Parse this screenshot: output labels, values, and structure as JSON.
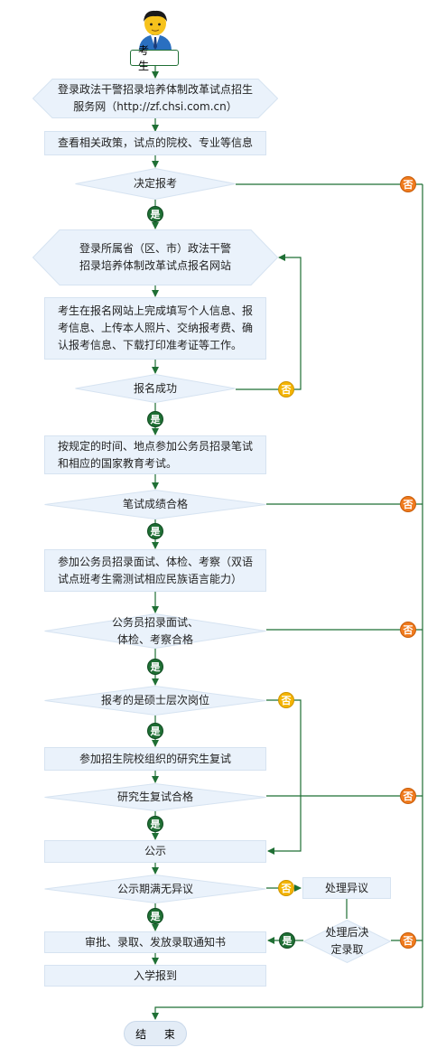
{
  "start": {
    "label": "考 生"
  },
  "steps": {
    "s1": "登录政法干警招录培养体制改革试点招生\n服务网（http://zf.chsi.com.cn）",
    "s2": "查看相关政策，试点的院校、专业等信息",
    "d1": "决定报考",
    "s3": "登录所属省（区、市）政法干警\n招录培养体制改革试点报名网站",
    "s4": "考生在报名网站上完成填写个人信息、报\n考信息、上传本人照片、交纳报考费、确\n认报考信息、下载打印准考证等工作。",
    "d2": "报名成功",
    "s5": "按规定的时间、地点参加公务员招录笔试\n和相应的国家教育考试。",
    "d3": "笔试成绩合格",
    "s6": "参加公务员招录面试、体检、考察（双语\n试点班考生需测试相应民族语言能力）",
    "d4": "公务员招录面试、\n体检、考察合格",
    "d5": "报考的是硕士层次岗位",
    "s7": "参加招生院校组织的研究生复试",
    "d6": "研究生复试合格",
    "s8": "公示",
    "d7": "公示期满无异议",
    "s9": "处理异议",
    "d8": "处理后决\n定录取",
    "s10": "审批、录取、发放录取通知书",
    "s11": "入学报到"
  },
  "badges": {
    "yes": "是",
    "no": "否"
  },
  "end": {
    "label": "结 束"
  },
  "colors": {
    "box_fill": "#eaf2fb",
    "line": "#1f6f34",
    "yes_badge": "#1f6f34",
    "no_badge_orange": "#f07b1e",
    "no_badge_yellow": "#f4b400"
  },
  "icons": {
    "start": "person-avatar-icon"
  }
}
